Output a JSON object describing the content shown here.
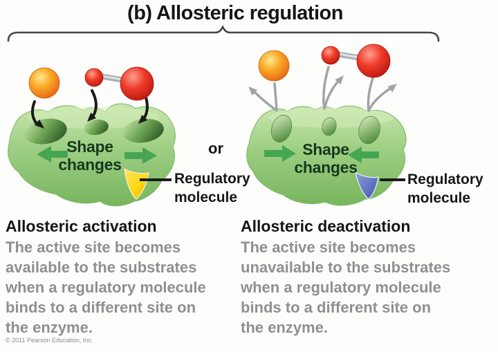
{
  "title": "(b) Allosteric regulation",
  "or_label": "or",
  "copyright": "© 2011 Pearson Education, Inc.",
  "colors": {
    "background": "#fdfdfc",
    "title_text": "#161616",
    "enzyme_green": "#9cce82",
    "enzyme_highlight": "#c8e7ae",
    "enzyme_shadow": "#78b55e",
    "active_site_dark": "#36612c",
    "change_arrow_green": "#46a552",
    "shape_text_green": "#16381e",
    "substrate_arrow_black": "#1a1a1a",
    "release_arrow_gray": "#a0a4a7",
    "substrate_orange": "#f9a825",
    "substrate_red": "#e8392b",
    "connector_gray": "#a9aeb2",
    "activator_yellow": "#fed816",
    "inhibitor_blue": "#5a71c4",
    "label_line_black": "#1a1a1a",
    "description_gray": "#8f8f90",
    "bracket_gray": "#454545"
  },
  "panels": {
    "activation": {
      "shape_label": "Shape changes",
      "regulatory_label": "Regulatory molecule",
      "heading": "Allosteric activation",
      "description_lines": [
        "The active site becomes",
        "available to the substrates",
        "when a regulatory molecule",
        "binds to a different site on",
        "the enzyme."
      ]
    },
    "deactivation": {
      "shape_label": "Shape changes",
      "regulatory_label": "Regulatory molecule",
      "heading": "Allosteric deactivation",
      "description_lines": [
        "The active site becomes",
        "unavailable to the substrates",
        "when a regulatory molecule",
        "binds to a different site on",
        "the enzyme."
      ]
    }
  }
}
